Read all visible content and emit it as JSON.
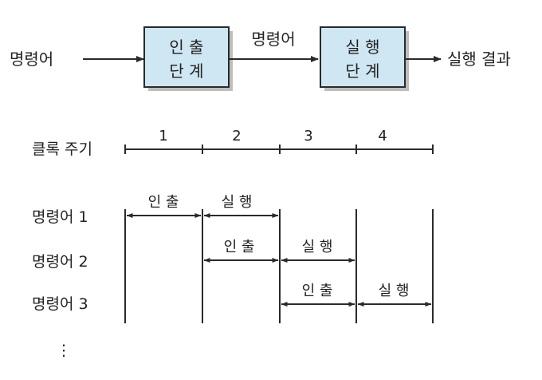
{
  "flow": {
    "input_label": "명령어",
    "fetch_line1": "인 출",
    "fetch_line2": "단 계",
    "middle_label": "명령어",
    "exec_line1": "실 행",
    "exec_line2": "단 계",
    "output_label": "실행 결과"
  },
  "clock": {
    "label": "클록 주기",
    "cycles": [
      "1",
      "2",
      "3",
      "4"
    ]
  },
  "instructions": [
    {
      "label": "명령어 1",
      "fetch_cycle": 1,
      "fetch": "인 출",
      "execute": "실 행"
    },
    {
      "label": "명령어 2",
      "fetch_cycle": 2,
      "fetch": "인 출",
      "execute": "실 행"
    },
    {
      "label": "명령어 3",
      "fetch_cycle": 3,
      "fetch": "인 출",
      "execute": "실 행"
    }
  ],
  "continuation": "⋮"
}
